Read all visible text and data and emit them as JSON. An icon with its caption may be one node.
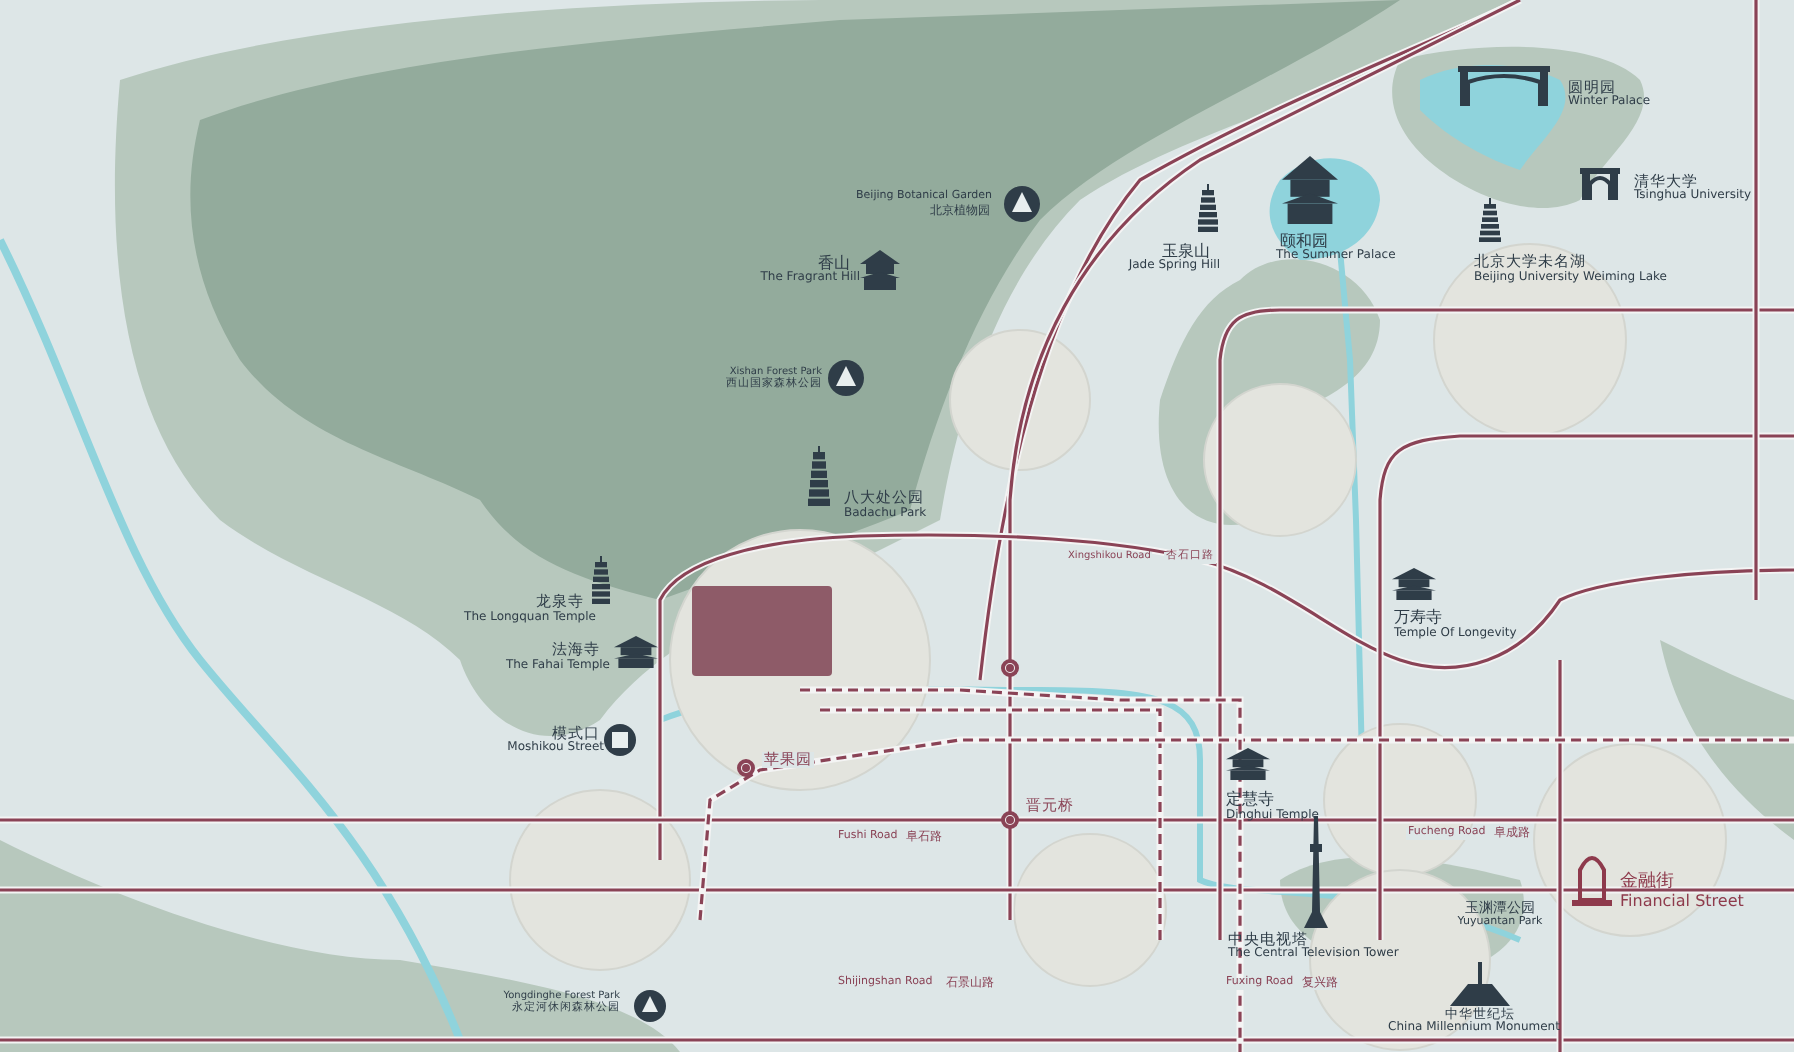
{
  "diagram": {
    "nodes": [
      {
        "text": [],
        "shape": "box"
      }
    ],
    "labels": [
      "Beijing Botanical Garden",
      "北京植物园",
      "香山",
      "The Fragrant Hill",
      "Xishan Forest Park",
      "西山国家森林公园",
      "八大处公园",
      "Badachu Park",
      "龙泉寺",
      "The Longquan Temple",
      "法海寺",
      "The Fahai Temple",
      "模式口",
      "Moshikou Street",
      "玉泉山",
      "Jade Spring Hill",
      "颐和园",
      "The Summer Palace",
      "圆明园",
      "Winter Palace",
      "清华大学",
      "Tsinghua University",
      "北京大学未名湖",
      "Beijing University Weiming Lake",
      "万寿寺",
      "Temple Of Longevity",
      "定慧寺",
      "Dinghui Temple",
      "中央电视塔",
      "The Central Television Tower",
      "玉渊潭公园",
      "Yuyuantan Park",
      "金融街",
      "Financial Street",
      "中华世纪坛",
      "China Millennium Monument",
      "Yongdinghe Forest Park",
      "永定河休闲森林公园",
      "苹果园",
      "晋元桥",
      "Xingshikou Road",
      "杏石口路",
      "Fushi Road",
      "阜石路",
      "Fucheng Road",
      "阜成路",
      "Shijingshan Road",
      "石景山路",
      "Fuxing Road",
      "复兴路"
    ]
  }
}
